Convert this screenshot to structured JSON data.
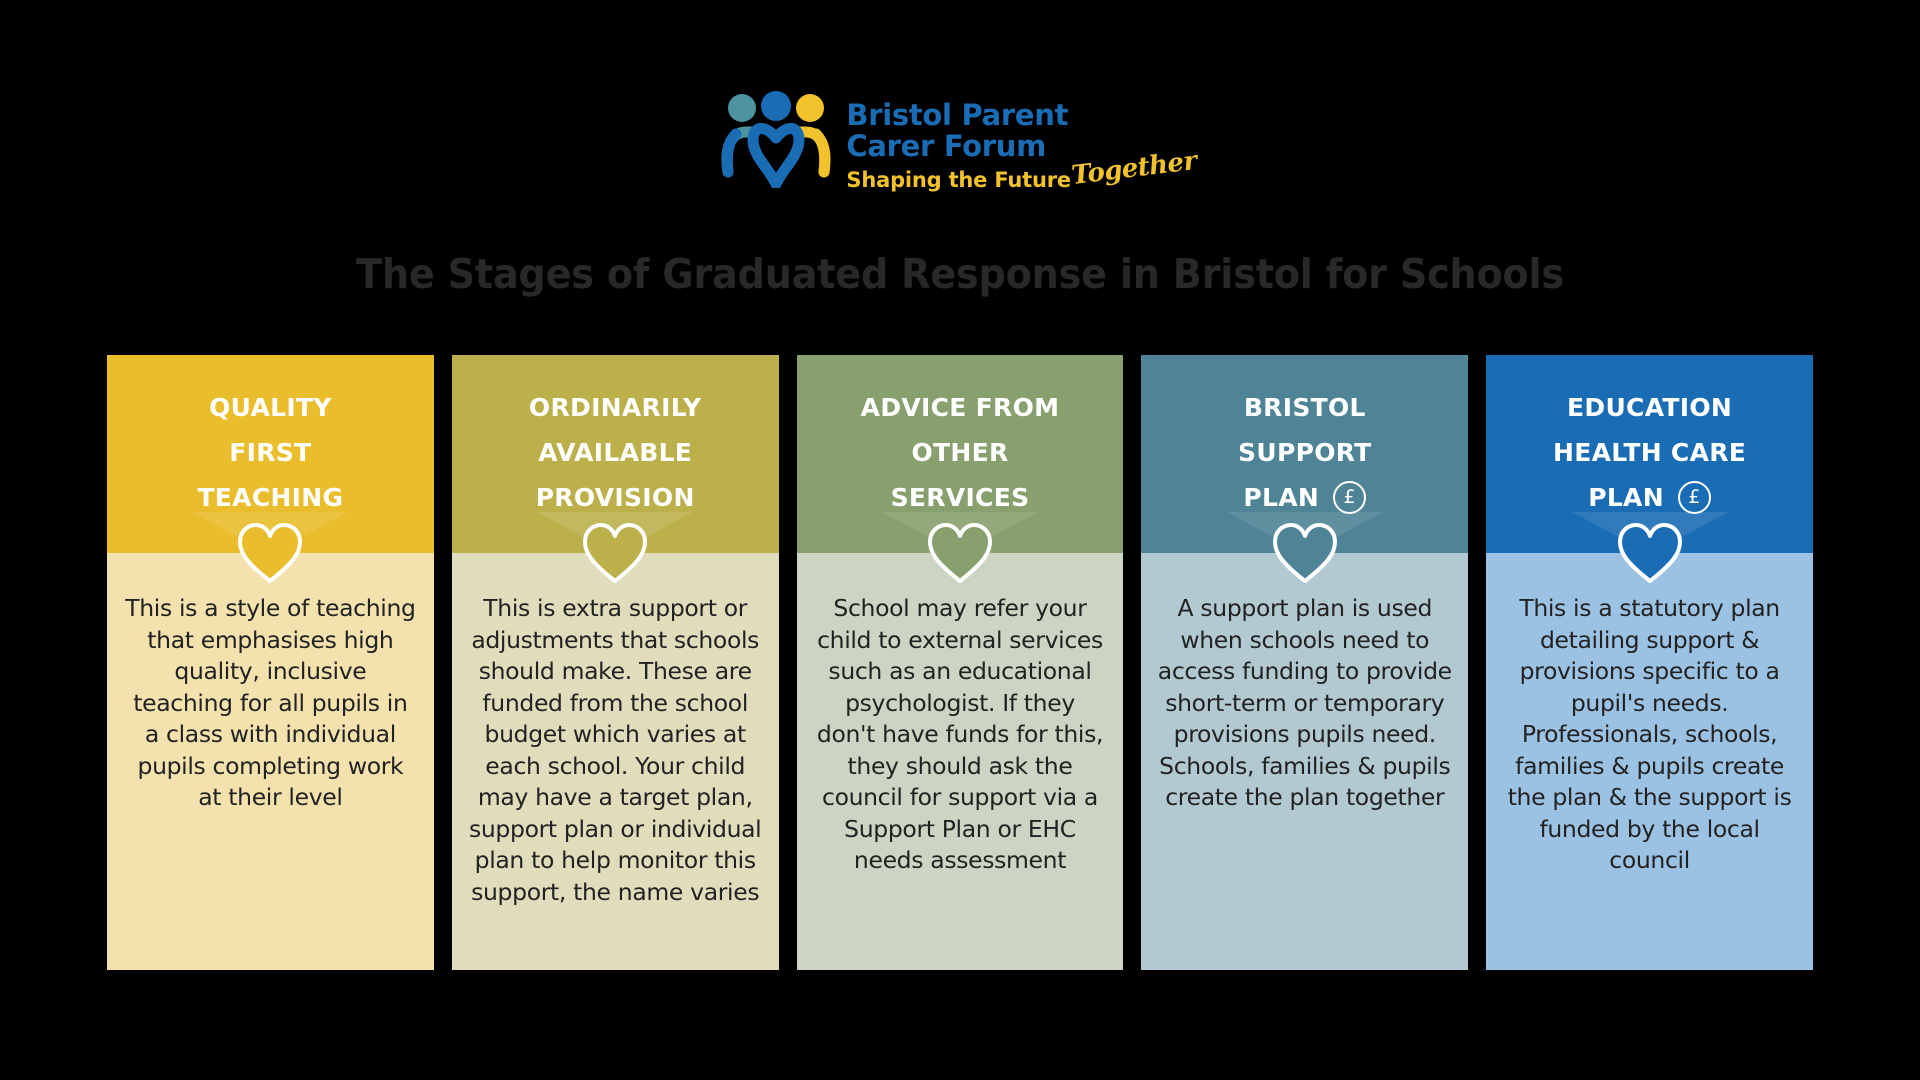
{
  "logo": {
    "name_line1": "Bristol Parent",
    "name_line2": "Carer Forum",
    "tagline": "Shaping the Future",
    "tagline_script": "Together",
    "icon": "three-people-heart-logo",
    "colors": {
      "blue": "#1a6db5",
      "teal": "#4e94a0",
      "yellow": "#f2c22c"
    }
  },
  "page_title": "The Stages of Graduated Response in Bristol for Schools",
  "background_color": "#000000",
  "title_color": "#282828",
  "stages": [
    {
      "id": "quality-first-teaching",
      "title_lines": [
        "QUALITY",
        "FIRST",
        "TEACHING"
      ],
      "has_funding_badge": false,
      "funding_symbol": "",
      "body": "This is a style of teaching that emphasises high quality, inclusive teaching for all pupils in a class with individual pupils completing work at their level",
      "header_color": "#e9bd2c",
      "body_color": "#f3e2ad",
      "heart_icon": "heart-icon"
    },
    {
      "id": "ordinarily-available-provision",
      "title_lines": [
        "ORDINARILY",
        "AVAILABLE",
        "PROVISION"
      ],
      "has_funding_badge": false,
      "funding_symbol": "",
      "body": "This is extra support or adjustments that schools should make. These are funded from the school budget which varies at each school. Your child may have a target plan, support plan or individual plan to help monitor this support, the name varies",
      "header_color": "#bcb04b",
      "body_color": "#e1ddbc",
      "heart_icon": "heart-icon"
    },
    {
      "id": "advice-from-other-services",
      "title_lines": [
        "ADVICE FROM",
        "OTHER",
        "SERVICES"
      ],
      "has_funding_badge": false,
      "funding_symbol": "",
      "body": "School may refer your child to external services such as an educational psychologist. If they don't have funds for this, they should ask the council for support via a Support Plan or EHC needs assessment",
      "header_color": "#87a06e",
      "body_color": "#ccd4c3",
      "heart_icon": "heart-icon"
    },
    {
      "id": "bristol-support-plan",
      "title_lines": [
        "BRISTOL",
        "SUPPORT",
        "PLAN"
      ],
      "has_funding_badge": true,
      "funding_symbol": "£",
      "body": "A support plan is used when schools need to access funding to provide short-term or temporary provisions pupils need. Schools, families & pupils create the plan together",
      "header_color": "#4e8496",
      "body_color": "#b3c9d2",
      "heart_icon": "heart-icon"
    },
    {
      "id": "education-health-care-plan",
      "title_lines": [
        "EDUCATION",
        "HEALTH CARE",
        "PLAN"
      ],
      "has_funding_badge": true,
      "funding_symbol": "£",
      "body": "This is a statutory plan detailing support & provisions specific to a pupil's needs. Professionals, schools, families & pupils create the plan & the support is funded by the local council",
      "header_color": "#1a6db5",
      "body_color": "#9cc2e3",
      "heart_icon": "heart-icon"
    }
  ]
}
